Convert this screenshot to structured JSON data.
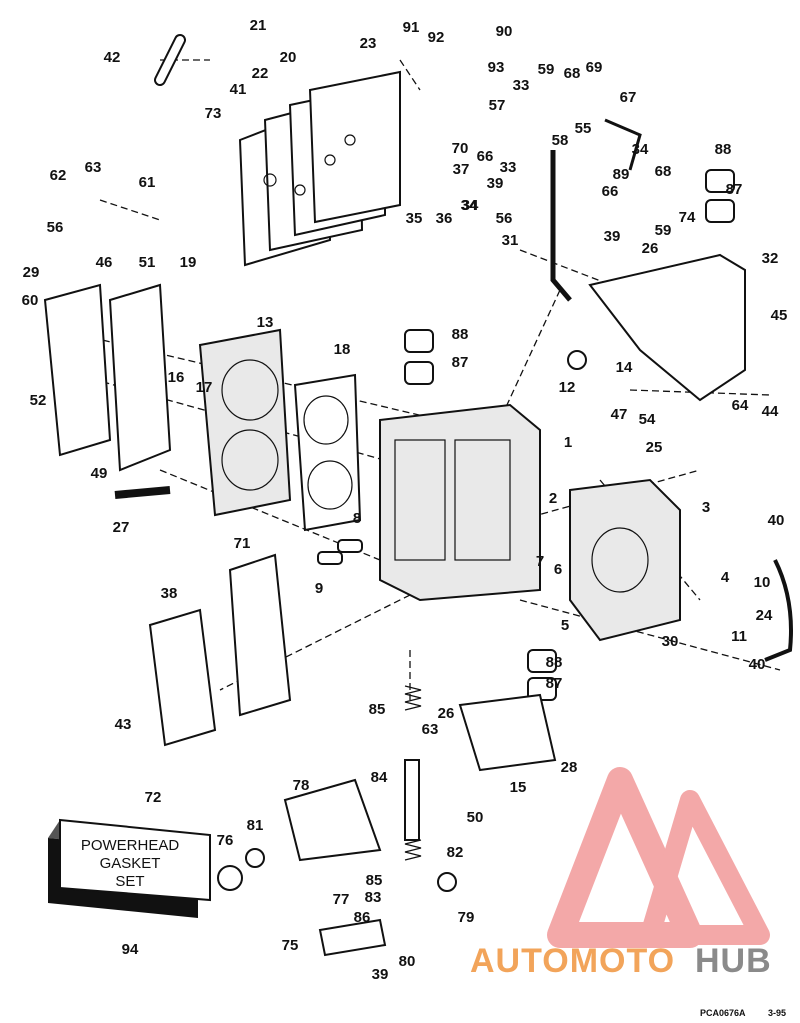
{
  "kit_box": {
    "line1": "POWERHEAD",
    "line2": "GASKET",
    "line3": "SET"
  },
  "doc_code": "PCA0676A",
  "doc_date": "3-95",
  "watermark": {
    "part1": "AUTOMOTO",
    "part2": "HUB",
    "accent_color": "#f2a45a",
    "secondary_color": "#8a8a8a",
    "logo_color": "#ef8b8b"
  },
  "callouts": [
    "21",
    "42",
    "23",
    "91",
    "92",
    "90",
    "20",
    "22",
    "41",
    "73",
    "93",
    "33",
    "59",
    "68",
    "69",
    "57",
    "67",
    "70",
    "37",
    "66",
    "33",
    "58",
    "55",
    "34",
    "39",
    "89",
    "34",
    "35",
    "36",
    "34",
    "56",
    "88",
    "87",
    "62",
    "63",
    "61",
    "74",
    "66",
    "59",
    "68",
    "31",
    "39",
    "26",
    "32",
    "56",
    "29",
    "46",
    "51",
    "19",
    "45",
    "60",
    "14",
    "13",
    "88",
    "18",
    "87",
    "12",
    "16",
    "17",
    "52",
    "47",
    "54",
    "64",
    "44",
    "25",
    "49",
    "1",
    "27",
    "2",
    "3",
    "40",
    "8",
    "9",
    "10",
    "6",
    "7",
    "4",
    "71",
    "5",
    "11",
    "38",
    "24",
    "30",
    "88",
    "87",
    "40",
    "85",
    "26",
    "43",
    "63",
    "28",
    "72",
    "84",
    "15",
    "78",
    "50",
    "81",
    "76",
    "82",
    "85",
    "83",
    "86",
    "77",
    "79",
    "75",
    "80",
    "39",
    "94"
  ]
}
